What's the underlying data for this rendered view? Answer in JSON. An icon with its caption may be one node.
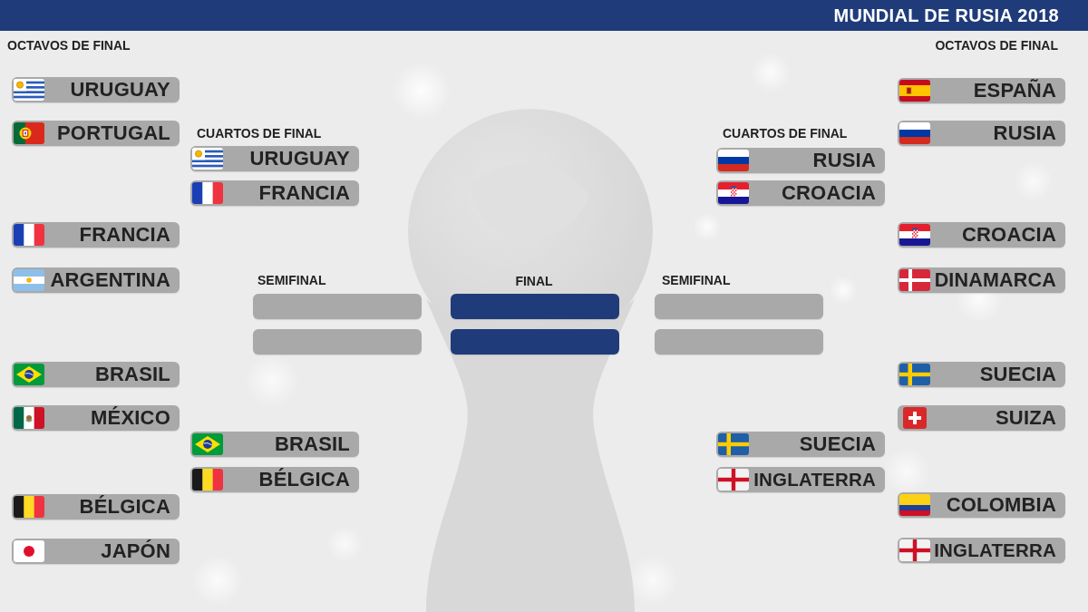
{
  "diagram": {
    "title": "MUNDIAL DE RUSIA 2018",
    "nodes": [
      {
        "text": [
          "URUGUAY"
        ]
      },
      {
        "text": [
          "PORTUGAL"
        ]
      },
      {
        "text": [
          "FRANCIA"
        ]
      },
      {
        "text": [
          "ARGENTINA"
        ]
      },
      {
        "text": [
          "BRASIL"
        ]
      },
      {
        "text": [
          "MÉXICO"
        ]
      },
      {
        "text": [
          "BÉLGICA"
        ]
      },
      {
        "text": [
          "JAPÓN"
        ]
      },
      {
        "text": [
          "URUGUAY"
        ]
      },
      {
        "text": [
          "FRANCIA"
        ]
      },
      {
        "text": [
          "BRASIL"
        ]
      },
      {
        "text": [
          "BÉLGICA"
        ]
      },
      {
        "text": [],
        "shape": "box"
      },
      {
        "text": [],
        "shape": "box"
      },
      {
        "text": [],
        "shape": "box"
      },
      {
        "text": [],
        "shape": "box"
      },
      {
        "text": [],
        "shape": "box"
      },
      {
        "text": [],
        "shape": "box"
      },
      {
        "text": [
          "RUSIA"
        ]
      },
      {
        "text": [
          "CROACIA"
        ]
      },
      {
        "text": [
          "SUECIA"
        ]
      },
      {
        "text": [
          "INGLATERRA"
        ]
      },
      {
        "text": [
          "ESPAÑA"
        ]
      },
      {
        "text": [
          "RUSIA"
        ]
      },
      {
        "text": [
          "CROACIA"
        ]
      },
      {
        "text": [
          "DINAMARCA"
        ]
      },
      {
        "text": [
          "SUECIA"
        ]
      },
      {
        "text": [
          "SUIZA"
        ]
      },
      {
        "text": [
          "COLOMBIA"
        ]
      },
      {
        "text": [
          "INGLATERRA"
        ]
      }
    ],
    "labels": [
      "OCTAVOS DE FINAL",
      "OCTAVOS DE FINAL",
      "CUARTOS DE FINAL",
      "CUARTOS DE FINAL",
      "SEMIFINAL",
      "FINAL",
      "SEMIFINAL"
    ]
  }
}
